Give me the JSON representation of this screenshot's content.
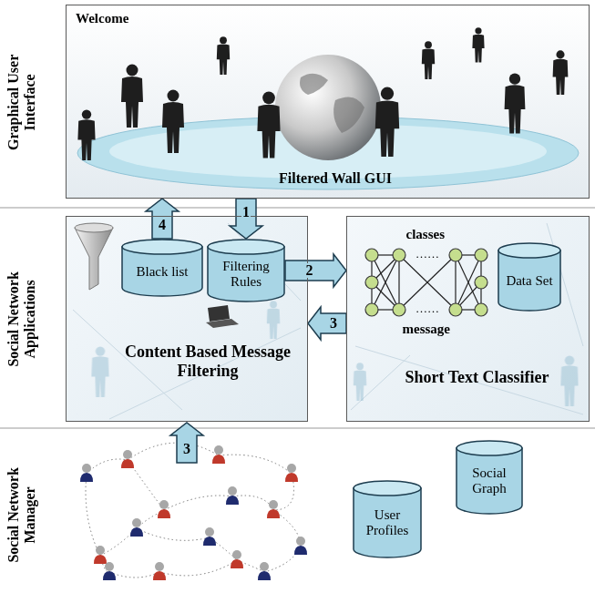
{
  "diagram": {
    "nodes": [
      {
        "text": [
          "Welcome",
          "Filtered Wall GUI"
        ]
      },
      {
        "text": [
          "Content Based Message Filtering"
        ]
      },
      {
        "text": [
          "Black list"
        ],
        "in": 1
      },
      {
        "text": [
          "Filtering Rules"
        ],
        "in": 1
      },
      {
        "text": [
          "Short Text Classifier"
        ]
      },
      {
        "text": [
          "Data Set"
        ],
        "in": 4
      },
      {
        "text": [
          "User Profiles"
        ]
      },
      {
        "text": [
          "Social Graph"
        ]
      }
    ],
    "edges": [
      {
        "from": 0,
        "to": 3,
        "label": "1",
        "arrow": "to"
      },
      {
        "from": 3,
        "to": 4,
        "label": "2",
        "arrow": "to"
      },
      {
        "from": 4,
        "to": 1,
        "label": "3",
        "arrow": "to"
      },
      {
        "from": 2,
        "to": 0,
        "label": "4",
        "arrow": "to"
      }
    ],
    "labels": [
      "Graphical User Interface",
      "Social Network Applications",
      "Social Network Manager",
      "classes",
      "……",
      "……",
      "message",
      "3"
    ]
  }
}
